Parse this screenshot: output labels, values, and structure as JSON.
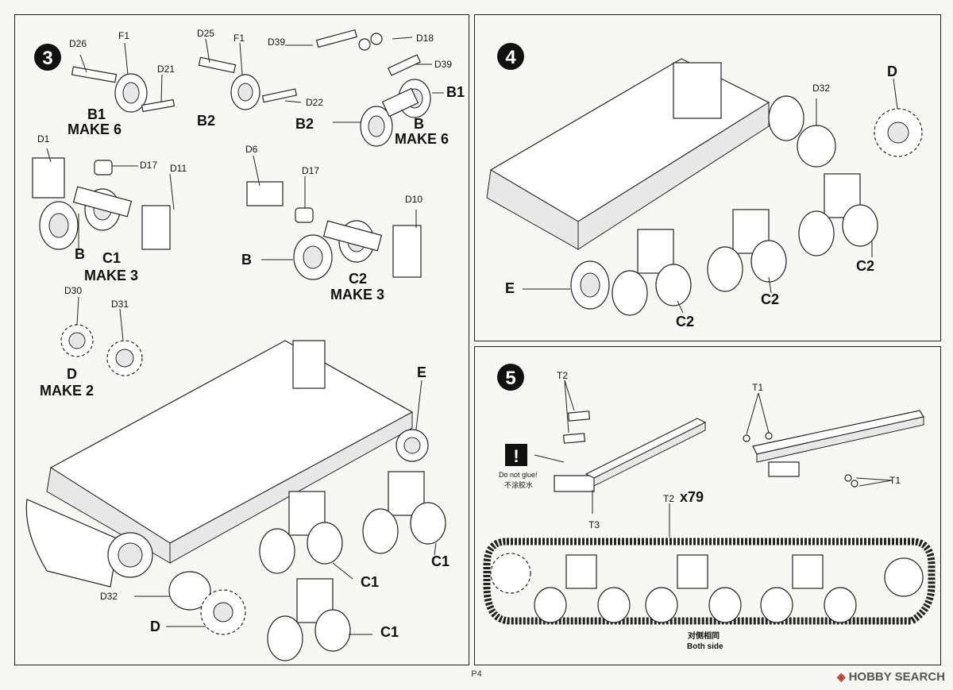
{
  "steps": [
    {
      "number": "3"
    },
    {
      "number": "4"
    },
    {
      "number": "5"
    }
  ],
  "step3": {
    "labels": {
      "d26": "D26",
      "f1_a": "F1",
      "d21": "D21",
      "d25": "D25",
      "f1_b": "F1",
      "d22": "D22",
      "d39_a": "D39",
      "d18": "D18",
      "d39_b": "D39",
      "d1": "D1",
      "d17_a": "D17",
      "d11": "D11",
      "d6": "D6",
      "d17_b": "D17",
      "d10": "D10",
      "d30": "D30",
      "d31": "D31",
      "d32": "D32",
      "e": "E",
      "b_a": "B",
      "b_b": "B",
      "d_small": "D"
    },
    "captions": {
      "b1": "B1",
      "make6_a": "MAKE 6",
      "b2_a": "B2",
      "b1_b": "B1",
      "b2_b": "B2",
      "b": "B",
      "make6_b": "MAKE 6",
      "c1": "C1",
      "make3_a": "MAKE 3",
      "c2": "C2",
      "make3_b": "MAKE 3",
      "d": "D",
      "make2": "MAKE 2",
      "c1_a": "C1",
      "c1_b": "C1",
      "c1_c": "C1",
      "d_big": "D"
    }
  },
  "step4": {
    "labels": {
      "d32": "D32",
      "d": "D",
      "e": "E",
      "c2_a": "C2",
      "c2_b": "C2",
      "c2_c": "C2"
    }
  },
  "step5": {
    "labels": {
      "t2": "T2",
      "t1_a": "T1",
      "t1_b": "T1",
      "t3": "T3",
      "t2_count": "T2",
      "count": "x79"
    },
    "warning": {
      "line1": "Do not glue!",
      "line2": "不涂胶水"
    },
    "both_side_cn": "对侧相同",
    "both_side_en": "Both side"
  },
  "page_number": "P4",
  "watermark": {
    "brand": "HOBBY SEARCH",
    "mark": "◈"
  }
}
